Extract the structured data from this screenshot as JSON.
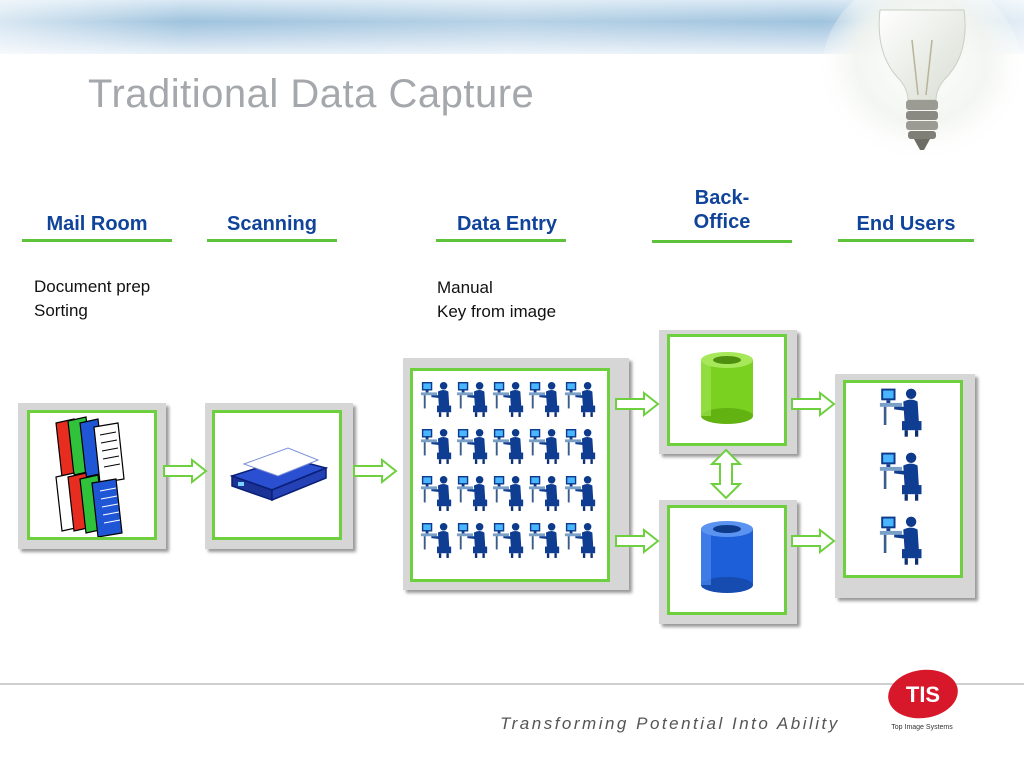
{
  "slide": {
    "title": "Traditional Data Capture",
    "tagline": "Transforming Potential Into Ability",
    "logo_text": "TIS",
    "logo_caption": "Top Image Systems"
  },
  "stages": [
    {
      "label": "Mail Room",
      "notes": [
        "Document prep",
        "Sorting"
      ]
    },
    {
      "label": "Scanning",
      "notes": []
    },
    {
      "label": "Data Entry",
      "notes": [
        "Manual",
        "Key from image"
      ]
    },
    {
      "label": "Back-\nOffice",
      "notes": []
    },
    {
      "label": "End Users",
      "notes": []
    }
  ],
  "icons": {
    "documents": "document-stack-icon",
    "scanner": "scanner-icon",
    "operator": "computer-operator-icon",
    "db_green": "green-database-icon",
    "db_blue": "blue-database-icon",
    "arrow": "right-arrow-icon",
    "sync": "vertical-double-arrow-icon",
    "bulb": "light-bulb-icon"
  },
  "colors": {
    "stage_label": "#10439a",
    "accent_green": "#6fd03f",
    "database_green": "#7ad11f",
    "database_blue": "#1c5fd8",
    "title_gray": "#a4a7ab",
    "logo_red": "#d7182a"
  },
  "operator_grid": {
    "rows": 4,
    "cols": 5
  },
  "end_user_count": 3
}
